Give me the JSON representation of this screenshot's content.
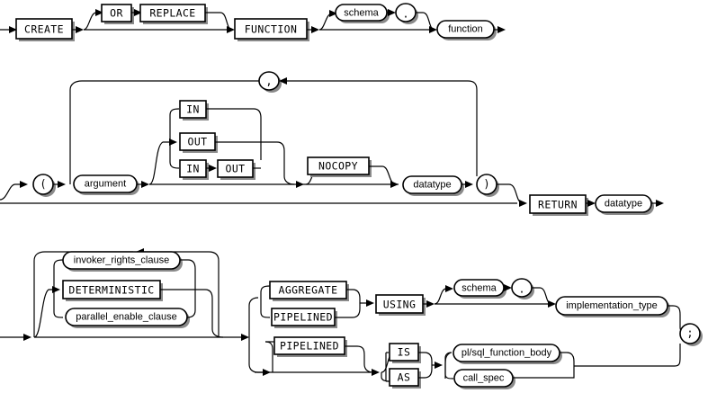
{
  "diagram": {
    "title": "CREATE FUNCTION syntax railroad diagram",
    "type": "railroad-syntax-diagram",
    "line_color": "#000000",
    "shadow_color": "#8a8a8a",
    "background": "#ffffff"
  },
  "nodes": {
    "create": "CREATE",
    "or": "OR",
    "replace": "REPLACE",
    "function_kw": "FUNCTION",
    "schema1": "schema",
    "dot1": ".",
    "function_nt": "function",
    "comma": ",",
    "lparen": "(",
    "argument": "argument",
    "in1": "IN",
    "out1": "OUT",
    "in2": "IN",
    "out2": "OUT",
    "nocopy": "NOCOPY",
    "datatype1": "datatype",
    "rparen": ")",
    "return_kw": "RETURN",
    "datatype2": "datatype",
    "invoker_rights_clause": "invoker_rights_clause",
    "deterministic": "DETERMINISTIC",
    "parallel_enable_clause": "parallel_enable_clause",
    "aggregate": "AGGREGATE",
    "pipelined1": "PIPELINED",
    "pipelined2": "PIPELINED",
    "using": "USING",
    "schema2": "schema",
    "dot2": ".",
    "implementation_type": "implementation_type",
    "is_kw": "IS",
    "as_kw": "AS",
    "plsql_function_body": "pl/sql_function_body",
    "call_spec": "call_spec",
    "semicolon": ";"
  }
}
